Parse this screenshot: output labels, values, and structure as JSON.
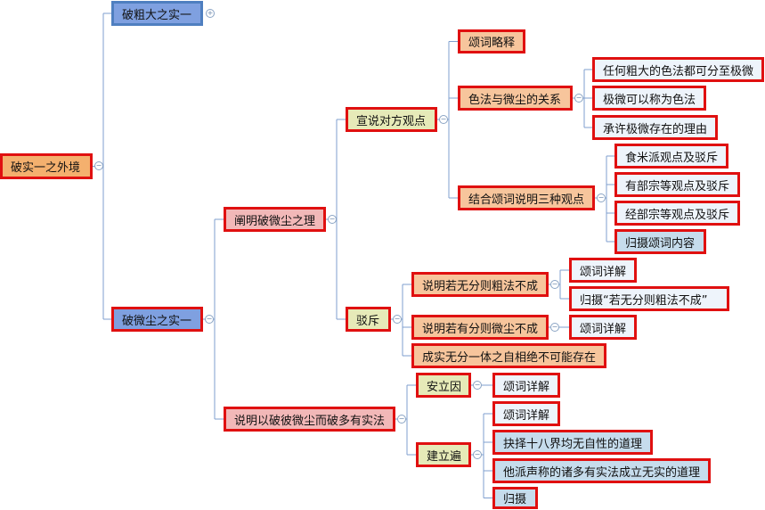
{
  "root": {
    "label": "破实一之外境"
  },
  "branches": {
    "coarse": {
      "label": "破粗大之实一"
    },
    "fine": {
      "label": "破微尘之实一"
    }
  },
  "fine_children": {
    "clarify": {
      "label": "阐明破微尘之理"
    },
    "explain": {
      "label": "说明以破彼微尘而破多有实法"
    }
  },
  "clarify_children": {
    "declare": {
      "label": "宣说对方观点"
    },
    "refute": {
      "label": "驳斥"
    }
  },
  "declare_children": {
    "verse": {
      "label": "颂词略释"
    },
    "relation": {
      "label": "色法与微尘的关系"
    },
    "three": {
      "label": "结合颂词说明三种观点"
    }
  },
  "relation_children": [
    {
      "label": "任何粗大的色法都可分至极微"
    },
    {
      "label": "极微可以称为色法"
    },
    {
      "label": "承许极微存在的理由"
    }
  ],
  "three_children": [
    {
      "label": "食米派观点及驳斥"
    },
    {
      "label": "有部宗等观点及驳斥"
    },
    {
      "label": "经部宗等观点及驳斥"
    },
    {
      "label": "归摄颂词内容"
    }
  ],
  "refute_children": {
    "r1": {
      "label": "说明若无分则粗法不成"
    },
    "r2": {
      "label": "说明若有分则微尘不成"
    },
    "r3": {
      "label": "成实无分一体之自相绝不可能存在"
    }
  },
  "r1_children": [
    {
      "label": "颂词详解"
    },
    {
      "label": "归摄“若无分则粗法不成”"
    }
  ],
  "r2_children": [
    {
      "label": "颂词详解"
    }
  ],
  "explain_children": {
    "cause": {
      "label": "安立因"
    },
    "pervasion": {
      "label": "建立遍"
    }
  },
  "cause_children": [
    {
      "label": "颂词详解"
    }
  ],
  "pervasion_children": [
    {
      "label": "颂词详解"
    },
    {
      "label": "抉择十八界均无自性的道理"
    },
    {
      "label": "他派声称的诸多有实法成立无实的道理"
    },
    {
      "label": "归摄"
    }
  ],
  "toggles": {
    "expanded": "−",
    "collapsed": "+"
  },
  "colors": {
    "border_red": "#e01010",
    "border_blue": "#4f7fc0",
    "connector": "#7f9fcf"
  }
}
